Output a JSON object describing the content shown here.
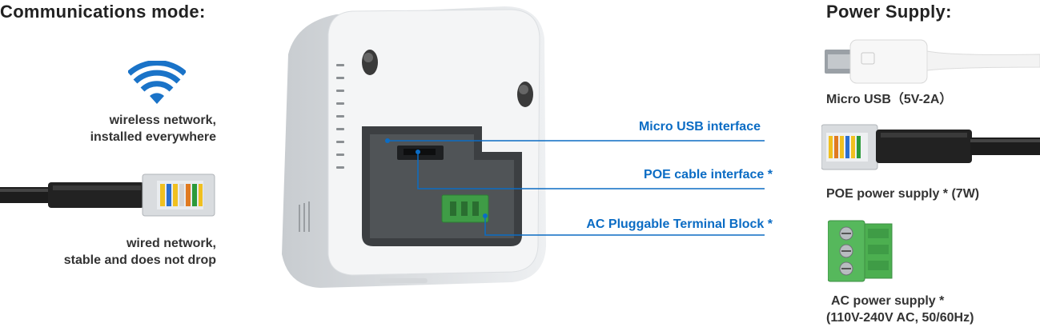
{
  "left": {
    "heading": "Communications mode:",
    "wireless_line1": "wireless network,",
    "wireless_line2": "installed everywhere",
    "wired_line1": "wired network,",
    "wired_line2": "stable and does not drop"
  },
  "callouts": {
    "usb": "Micro USB interface",
    "poe": "POE cable interface *",
    "ac": "AC Pluggable Terminal Block *"
  },
  "right": {
    "heading": "Power Supply:",
    "usb_caption": "Micro USB（5V-2A）",
    "poe_caption": "POE power supply * (7W)",
    "ac_caption_line1": "AC power supply *",
    "ac_caption_line2": "(110V-240V AC, 50/60Hz)"
  },
  "colors": {
    "accent": "#0b6cc4",
    "text": "#333333",
    "terminal_green": "#4caf50"
  },
  "icons": [
    "wifi-icon",
    "ethernet-cable",
    "device-back",
    "micro-usb-cable",
    "poe-cable",
    "terminal-block"
  ]
}
